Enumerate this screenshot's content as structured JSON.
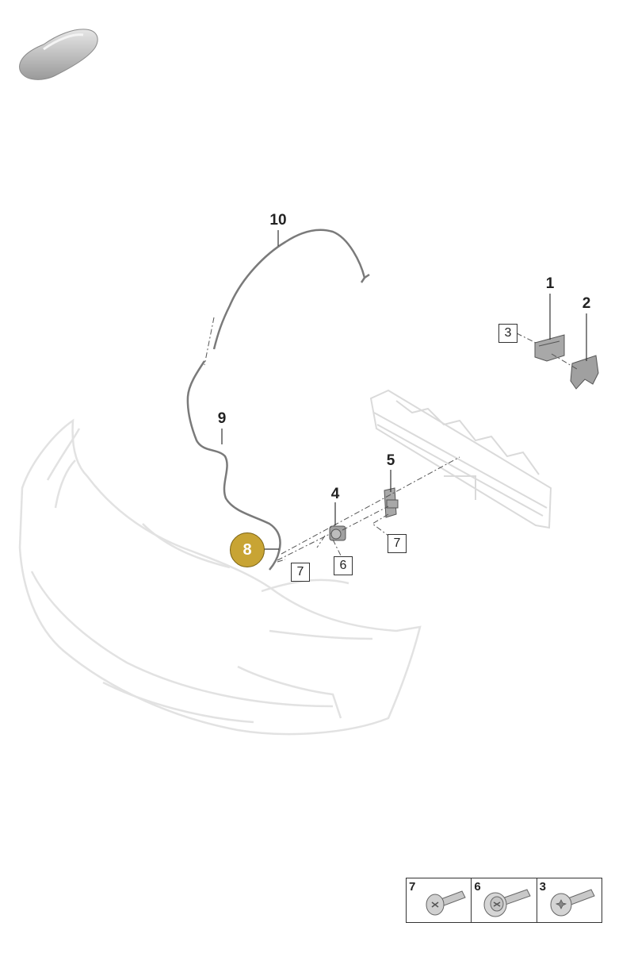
{
  "callouts": {
    "c1": "1",
    "c2": "2",
    "c4": "4",
    "c5": "5",
    "c9": "9",
    "c10": "10"
  },
  "boxed_refs": {
    "b3": "3",
    "b6": "6",
    "b7_left": "7",
    "b7_right": "7"
  },
  "highlight": {
    "label": "8",
    "color": "#c8a434"
  },
  "hardware_table": [
    {
      "num": "7",
      "icon": "button-head-bolt-icon"
    },
    {
      "num": "6",
      "icon": "flange-head-bolt-icon"
    },
    {
      "num": "3",
      "icon": "torx-screw-icon"
    }
  ],
  "thumbnail_icon": "car-silhouette-icon"
}
